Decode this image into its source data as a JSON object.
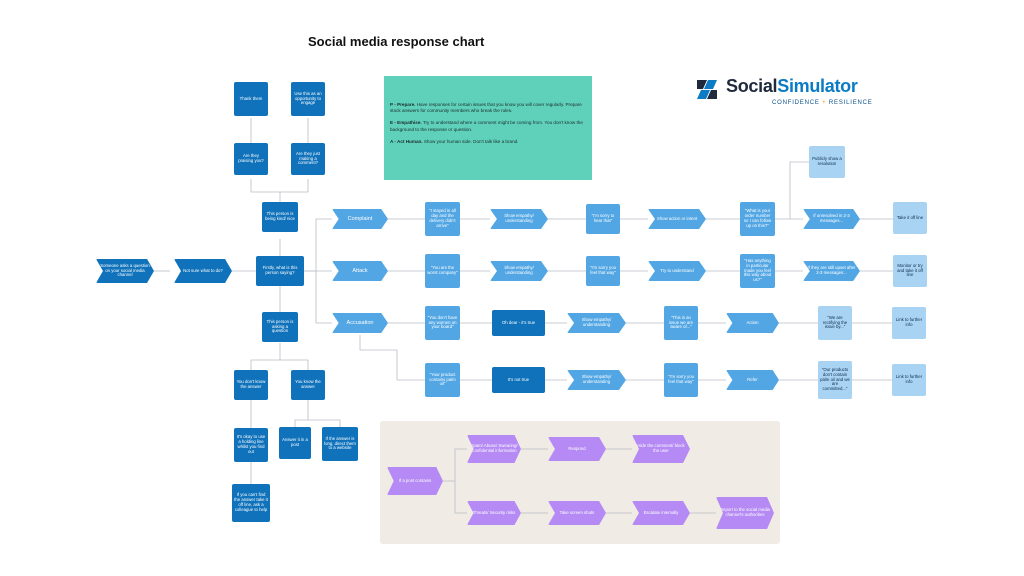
{
  "title": "Social media response chart",
  "logo": {
    "name_part1": "Social",
    "name_part2": "Simulator",
    "tag_part1": "CONFIDENCE",
    "tag_plus": "+",
    "tag_part2": "RESILIENCE"
  },
  "pea": {
    "p_label": "P - Prepare.",
    "p_text": " Have responses for certain issues that you know you will cover regularly. Prepare stock answers for community members who break the rules.",
    "e_label": "E - Empathise.",
    "e_text": " Try to understand where a comment might be coming from. You don't know the background to the response or question.",
    "a_label": "A - Act Human.",
    "a_text": " Show your human side. Don't talk like a brand."
  },
  "nodes": {
    "start": "Someone asks a question on your social media channel",
    "not_sure": "Not sure what to do?",
    "firstly": "Firstly, what is this person saying?",
    "being_kind": "This person is being kind/ nice",
    "praising": "Are they praising you?",
    "thank_them": "Thank them",
    "just_comment": "Are they just making a comment?",
    "opportunity": "Use this as an opportunity to engage",
    "asking": "This person is asking a question",
    "dont_know": "You don't know the answer",
    "know": "You know the answer",
    "okay_holding": "It's okay to use a holding line whilst you find out",
    "cant_find": "If you can't find the answer take it off line, ask a colleague to help",
    "answer_post": "Answer it in a post",
    "long_answer": "If the answer is long, direct them to a website",
    "complaint": "Complaint",
    "attack": "Attack",
    "accusation": "Accusation",
    "c1": "\"I stayed in all day and the delivery didn't arrive\"",
    "c2": "Show empathy/ understanding",
    "c3": "\"I'm sorry to hear that\"",
    "c4": "Show action or intent",
    "c5": "\"What is your order number so I can follow up on this?\"",
    "c6": "If unresolved in 2-3 messages...",
    "c7": "Take it off line",
    "c_pub": "Publicly show a resolution",
    "t1": "\"You are the worst company\"",
    "t2": "Show empathy/ understanding",
    "t3": "\"I'm sorry you feel that way\"",
    "t4": "Try to understand",
    "t5": "\"Has anything in particular made you feel this way about us?\"",
    "t6": "If they are still upset after 2-3 messages...",
    "t7": "Monitor or try and take it off line",
    "a1": "\"You don't have any women on your board\"",
    "a2": "Oh dear - it's true",
    "a3": "Show empathy/ understanding",
    "a4": "\"This is an issue we are aware of...\"",
    "a5": "Action",
    "a6": "\"We are rectifying the issue by...\"",
    "a7": "Link to further info",
    "b1": "\"Your product contains palm oil\"",
    "b2": "It's not true",
    "b3": "Show empathy/ understanding",
    "b4": "\"I'm sorry you feel that way\"",
    "b5": "Refer",
    "b6": "\"Our products don't contain palm oil and we are committed...\"",
    "b7": "Link to further info",
    "p0": "If a post contains",
    "p1": "Spam/ Abuse/ Swearing/ Confidential information",
    "p2": "Respond",
    "p3": "Hide the comment/ block the user",
    "q1": "Threats/ Security risks",
    "q2": "Take screen shots",
    "q3": "Escalate internally",
    "q4": "Report to the social media channel's authorities"
  },
  "colors": {
    "dark": "#0f72bb",
    "mid": "#52a6e4",
    "light": "#a9d3f3",
    "purple": "#b58af4",
    "teal": "#5fd1bb",
    "panel": "#f0ebe4"
  }
}
